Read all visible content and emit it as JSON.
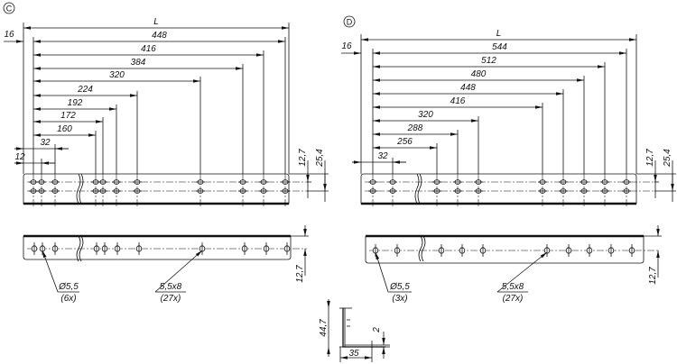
{
  "views": {
    "C": {
      "label": "C",
      "length_label": "L",
      "offset_label": "16",
      "dimensions": [
        "448",
        "416",
        "384",
        "320",
        "224",
        "192",
        "172",
        "160"
      ],
      "small_dims": [
        "32",
        "12"
      ],
      "height_dims": [
        "12,7",
        "25,4"
      ],
      "side_height_dim": "12,7",
      "callout_round": {
        "size": "Ø5,5",
        "count": "(6x)"
      },
      "callout_slot": {
        "size": "5,5x8",
        "count": "(27x)"
      }
    },
    "D": {
      "label": "D",
      "length_label": "L",
      "offset_label": "16",
      "dimensions": [
        "544",
        "512",
        "480",
        "448",
        "416",
        "320",
        "288",
        "256"
      ],
      "small_dims": [
        "32"
      ],
      "height_dims": [
        "12,7",
        "25,4"
      ],
      "side_height_dim": "12,7",
      "callout_round": {
        "size": "Ø5,5",
        "count": "(3x)"
      },
      "callout_slot": {
        "size": "5,5x8",
        "count": "(27x)"
      }
    }
  },
  "profile": {
    "height": "44,7",
    "width": "35",
    "thickness": "2"
  }
}
